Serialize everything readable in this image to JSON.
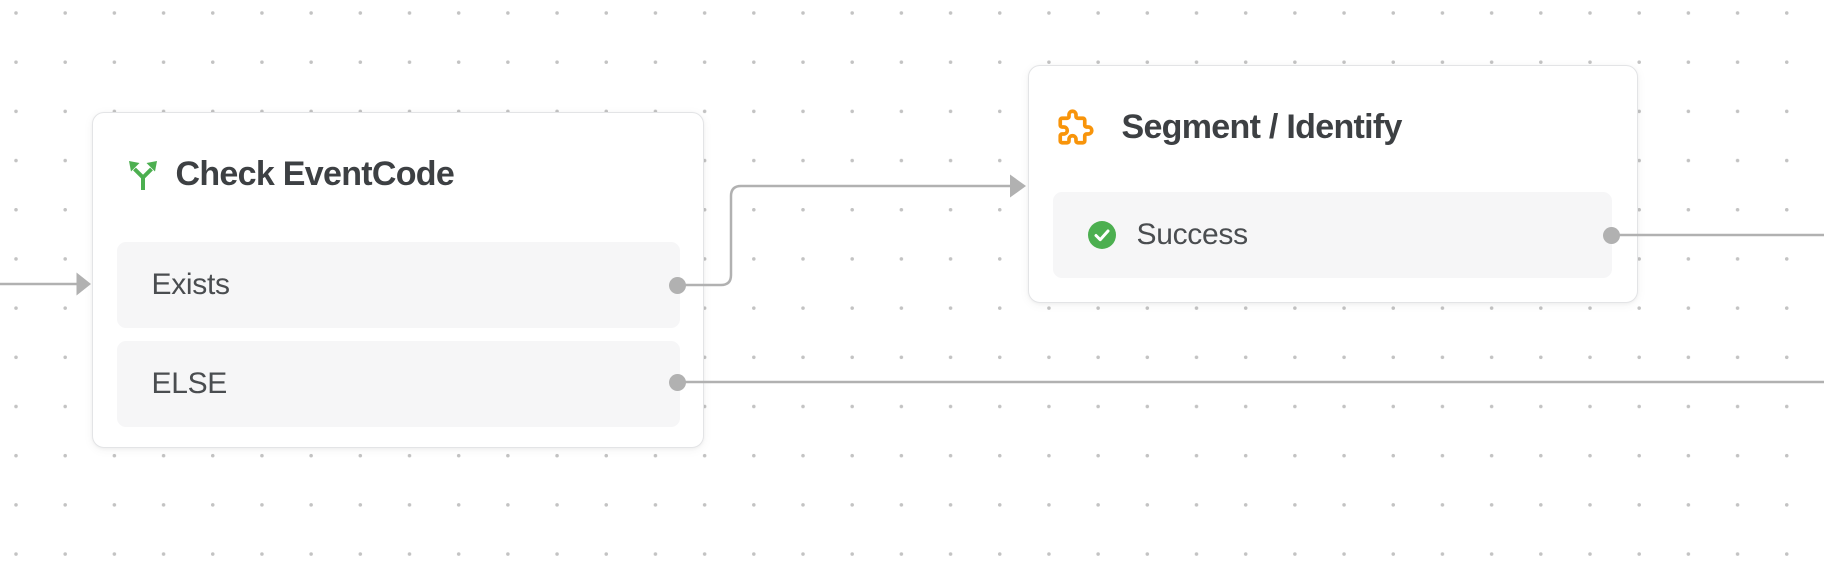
{
  "canvas": {
    "type": "workflow-editor-canvas",
    "background_color": "#ffffff",
    "grid_dot_color": "#c3c3c3",
    "edge_color": "#b1b1b1"
  },
  "nodes": {
    "check_eventcode": {
      "title": "Check EventCode",
      "icon": "branch-split-icon",
      "accent_color": "#4caf50",
      "rows": {
        "exists": {
          "label": "Exists"
        },
        "else": {
          "label": "ELSE"
        }
      }
    },
    "segment_identify": {
      "title": "Segment / Identify",
      "icon": "puzzle-icon",
      "accent_color": "#f8940a",
      "rows": {
        "success": {
          "label": "Success",
          "status_icon": "check-circle-icon",
          "status_color": "#4caf50"
        }
      }
    }
  },
  "edges": {
    "incoming_to_check": "edge from off-screen left into Check EventCode node",
    "exists_to_segment": "edge from Exists branch to Segment / Identify node",
    "else_to_right": "edge from ELSE branch to off-screen right",
    "success_to_right": "edge from Success output to off-screen right"
  }
}
